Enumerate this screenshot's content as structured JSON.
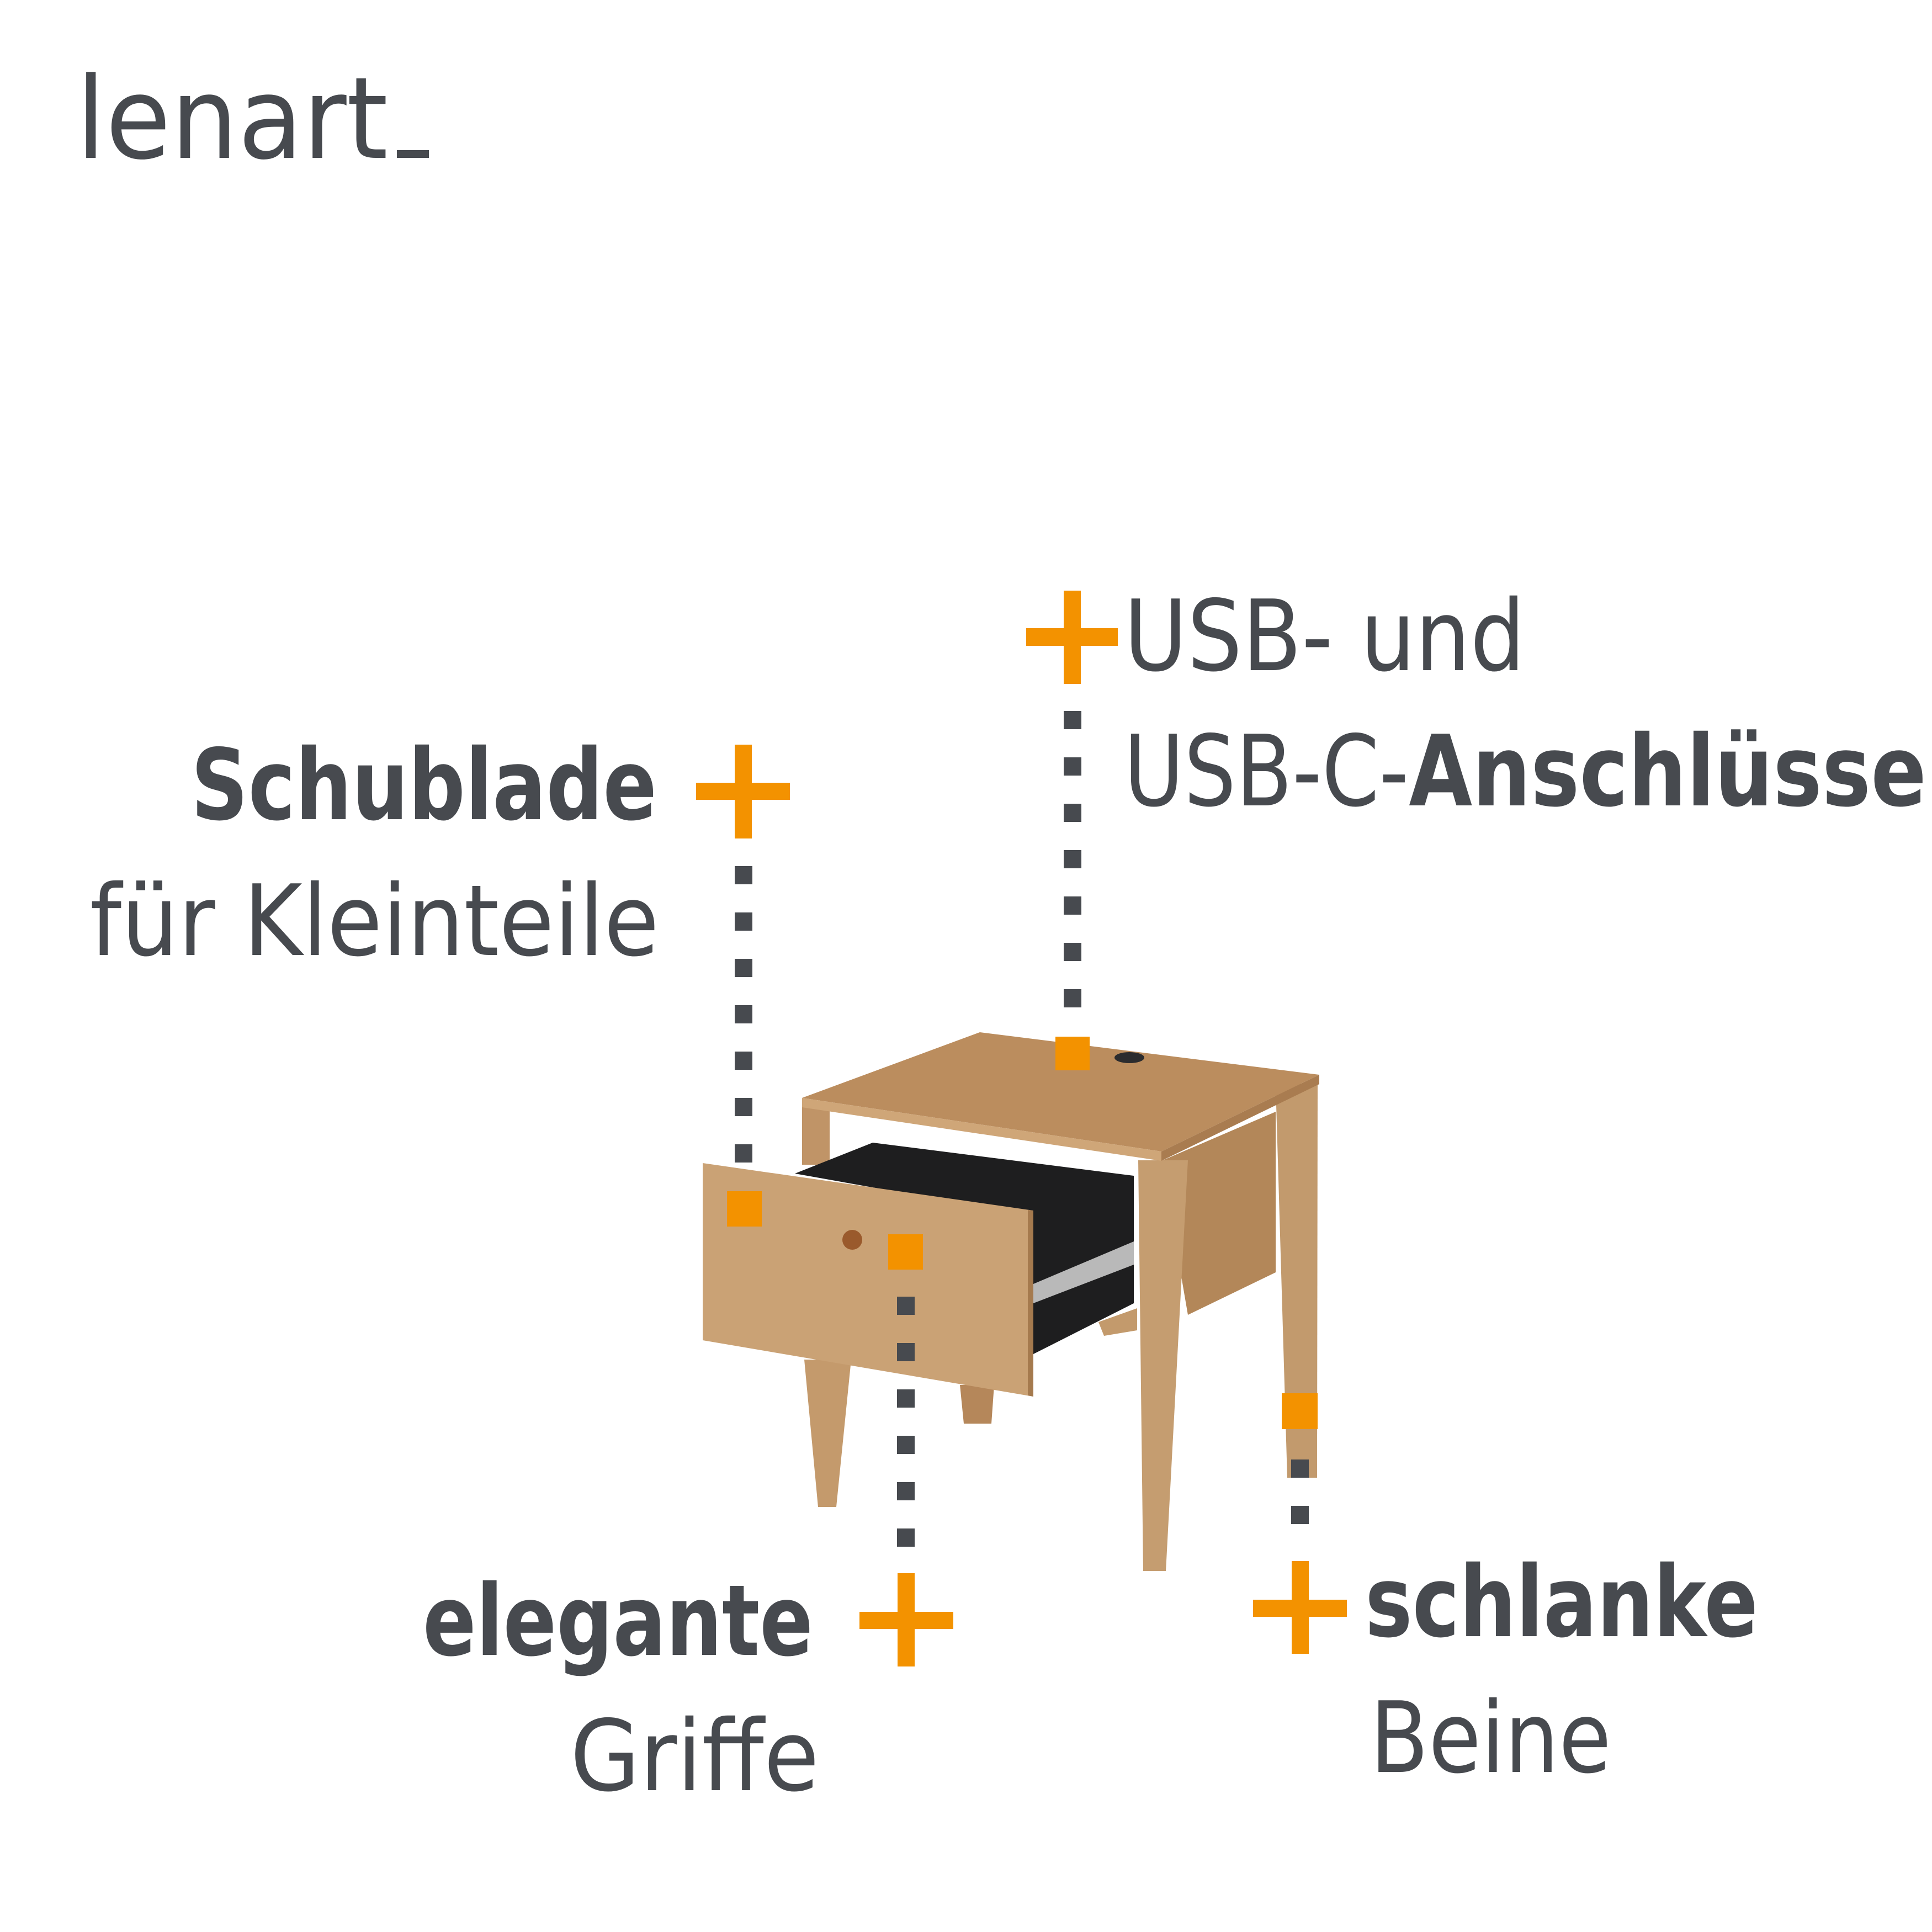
{
  "brand": {
    "logo_text": "lenart"
  },
  "colors": {
    "accent": "#f39200",
    "text": "#474a4f",
    "wood": "#c49a6c"
  },
  "callouts": {
    "drawer": {
      "bold": "Schublade",
      "regular": "für Kleinteile"
    },
    "usb": {
      "line1": "USB- und",
      "line2_regular": "USB-C-",
      "line2_bold": "Anschlüsse"
    },
    "handles": {
      "bold": "elegante",
      "regular": "Griffe"
    },
    "legs": {
      "bold": "schlanke",
      "regular": "Beine"
    }
  },
  "icons": {
    "marker": "plus-icon",
    "anchor": "square-marker"
  }
}
